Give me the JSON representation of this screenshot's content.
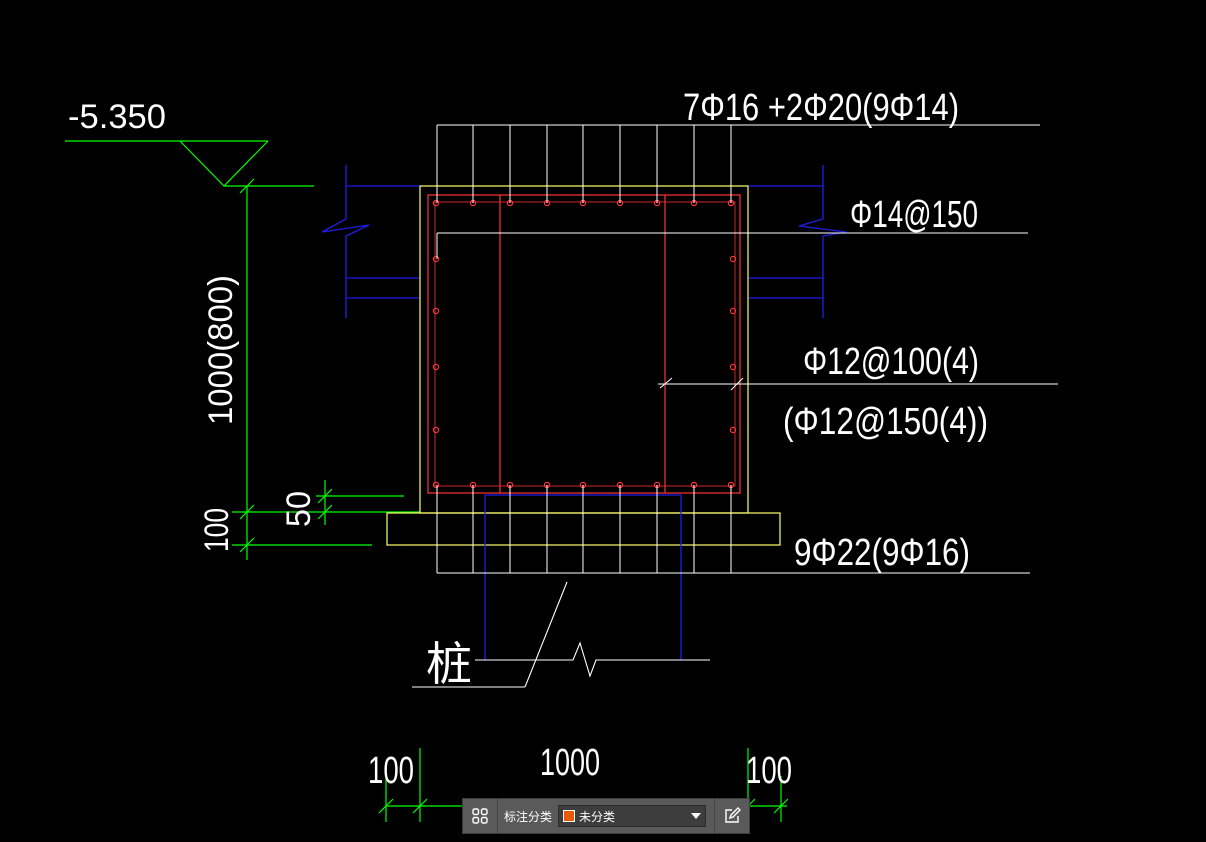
{
  "labels": {
    "elevation": "-5.350",
    "top_bars": "7Φ16 +2Φ20(9Φ14)",
    "side_bars": "Φ14@150",
    "stirrups": "Φ12@100(4)",
    "stirrups_alt": "(Φ12@150(4))",
    "bottom_bars": "9Φ22(9Φ16)",
    "pile": "桩",
    "height_dim": "1000(800)",
    "cover_dim": "50",
    "bed_dim": "100",
    "width_left": "100",
    "width_main": "1000",
    "width_right": "100"
  },
  "colors": {
    "background": "#000000",
    "dimension": "#00ff00",
    "leader": "#ffffff",
    "concrete": "#ffff66",
    "rebar": "#ff3333",
    "pile": "#1e1ee6"
  },
  "toolbar": {
    "grid_icon": "grid-icon",
    "category_label": "标注分类",
    "category_value": "未分类",
    "swatch_color": "#e8590c",
    "edit_icon": "edit-icon"
  }
}
